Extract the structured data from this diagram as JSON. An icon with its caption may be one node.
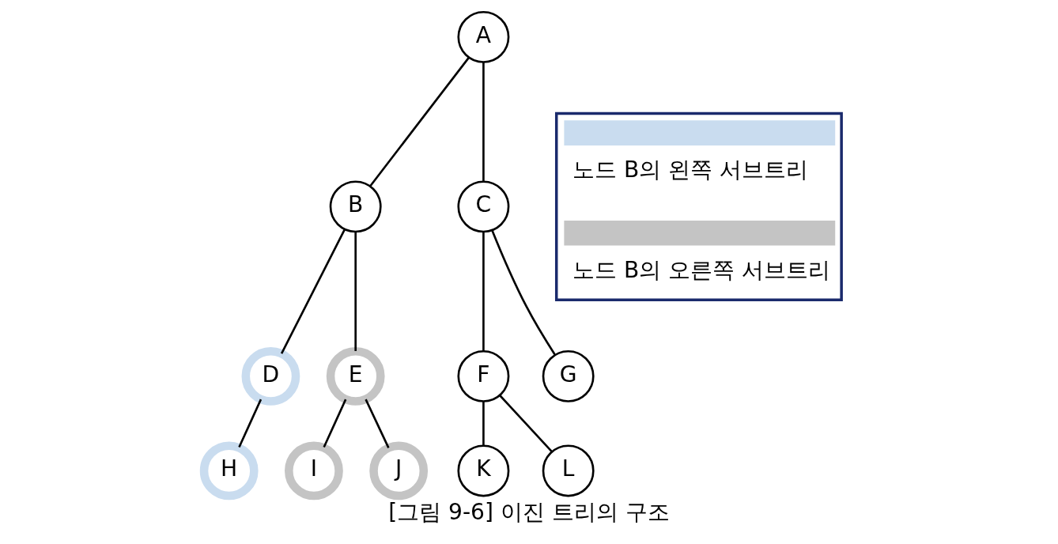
{
  "diagram": {
    "caption": "[그림 9-6] 이진 트리의 구조",
    "nodes": [
      {
        "text": [
          "A"
        ]
      },
      {
        "text": [
          "B"
        ]
      },
      {
        "text": [
          "C"
        ]
      },
      {
        "text": [
          "D"
        ]
      },
      {
        "text": [
          "E"
        ]
      },
      {
        "text": [
          "F"
        ]
      },
      {
        "text": [
          "G"
        ]
      },
      {
        "text": [
          "H"
        ]
      },
      {
        "text": [
          "I"
        ]
      },
      {
        "text": [
          "J"
        ]
      },
      {
        "text": [
          "K"
        ]
      },
      {
        "text": [
          "L"
        ]
      }
    ],
    "edges": [
      {
        "from": 0,
        "to": 1,
        "arrow": "none"
      },
      {
        "from": 0,
        "to": 2,
        "arrow": "none"
      },
      {
        "from": 1,
        "to": 3,
        "arrow": "none"
      },
      {
        "from": 1,
        "to": 4,
        "arrow": "none"
      },
      {
        "from": 2,
        "to": 5,
        "arrow": "none"
      },
      {
        "from": 2,
        "to": 6,
        "arrow": "none"
      },
      {
        "from": 3,
        "to": 7,
        "arrow": "none"
      },
      {
        "from": 4,
        "to": 8,
        "arrow": "none"
      },
      {
        "from": 4,
        "to": 9,
        "arrow": "none"
      },
      {
        "from": 5,
        "to": 10,
        "arrow": "none"
      },
      {
        "from": 5,
        "to": 11,
        "arrow": "none"
      }
    ],
    "legend": [
      {
        "text": "노드 B의 왼쪽 서브트리",
        "color": "#c9dcef"
      },
      {
        "text": "노드 B의 오른쪽 서브트리",
        "color": "#c4c4c4"
      }
    ]
  }
}
